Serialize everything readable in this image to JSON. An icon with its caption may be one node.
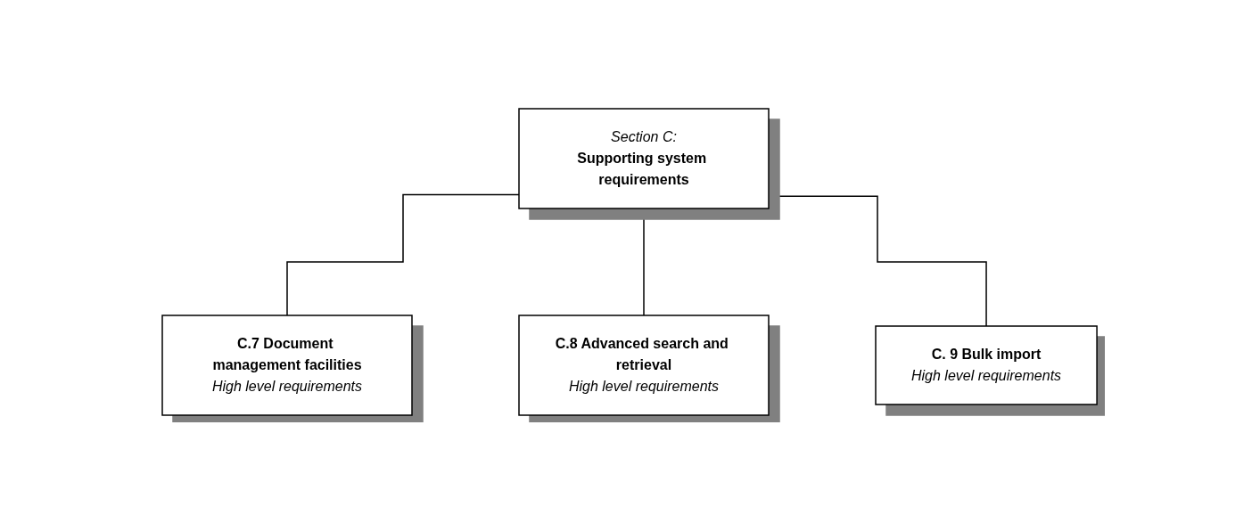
{
  "diagram": {
    "nodes": [
      {
        "text": [
          "Section C:",
          "Supporting system requirements"
        ]
      },
      {
        "text": [
          "C.7 Document management facilities",
          "High level requirements"
        ]
      },
      {
        "text": [
          "C.8 Advanced search and retrieval",
          "High level requirements"
        ]
      },
      {
        "text": [
          "C. 9 Bulk import",
          "High level requirements"
        ]
      }
    ],
    "edges": [
      {
        "from": 0,
        "to": 1,
        "arrow": "none"
      },
      {
        "from": 0,
        "to": 2,
        "arrow": "none"
      },
      {
        "from": 0,
        "to": 3,
        "arrow": "none"
      }
    ]
  }
}
